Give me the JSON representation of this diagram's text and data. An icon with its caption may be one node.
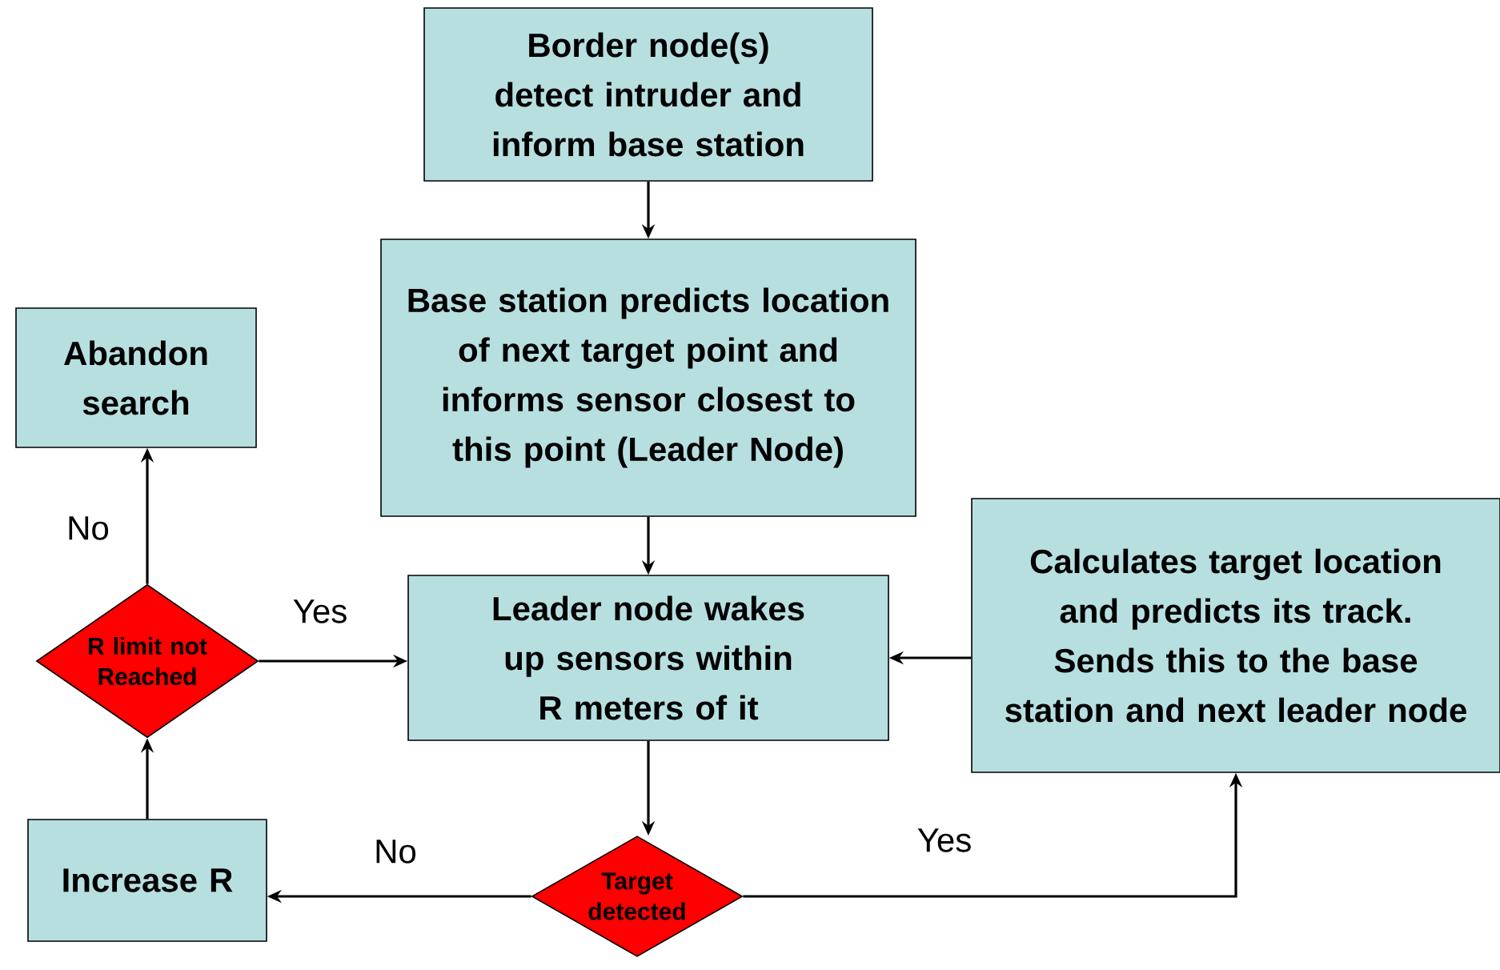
{
  "diagram": {
    "nodes": [
      {
        "text": [
          "Border node(s) detect intruder and inform base station"
        ]
      },
      {
        "text": [
          "Base station predicts location of next target point and informs sensor closest to this point (Leader Node)"
        ]
      },
      {
        "text": [
          "Abandon search"
        ]
      },
      {
        "text": [
          "R limit not Reached"
        ]
      },
      {
        "text": [
          "Leader node wakes up sensors within R meters of it"
        ]
      },
      {
        "text": [
          "Calculates target location and predicts its track. Sends this to the base station and next leader node"
        ]
      },
      {
        "text": [
          "Increase R"
        ]
      },
      {
        "text": [
          "Target detected"
        ]
      }
    ],
    "edges": [
      {
        "from": 0,
        "to": 1,
        "arrow": "to"
      },
      {
        "from": 1,
        "to": 4,
        "arrow": "to"
      },
      {
        "from": 4,
        "to": 7,
        "arrow": "to"
      },
      {
        "from": 7,
        "to": 6,
        "arrow": "to",
        "label": "No"
      },
      {
        "from": 7,
        "to": 5,
        "arrow": "to",
        "label": "Yes"
      },
      {
        "from": 6,
        "to": 3,
        "arrow": "to"
      },
      {
        "from": 3,
        "to": 2,
        "arrow": "to",
        "label": "No"
      },
      {
        "from": 3,
        "to": 4,
        "arrow": "to",
        "label": "Yes"
      },
      {
        "from": 5,
        "to": 4,
        "arrow": "to"
      }
    ]
  }
}
